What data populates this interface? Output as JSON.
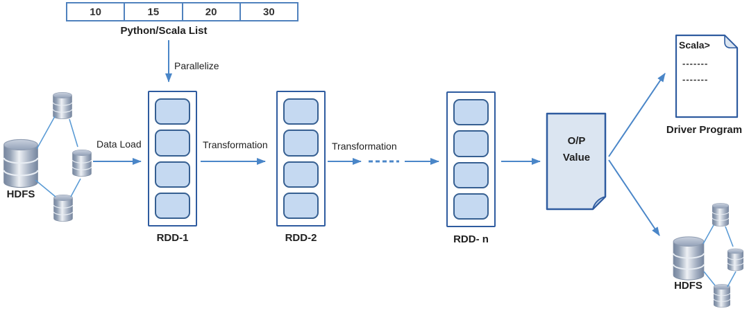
{
  "list": {
    "values": [
      "10",
      "15",
      "20",
      "30"
    ],
    "caption": "Python/Scala List"
  },
  "labels": {
    "parallelize": "Parallelize",
    "data_load": "Data Load",
    "transformation_1": "Transformation",
    "transformation_2": "Transformation",
    "rdd_1": "RDD-1",
    "rdd_2": "RDD-2",
    "rdd_n": "RDD- n",
    "hdfs_left": "HDFS",
    "hdfs_right": "HDFS",
    "driver_program": "Driver Program"
  },
  "output_doc": {
    "line1": "O/P",
    "line2": "Value"
  },
  "driver_doc": {
    "prompt": "Scala>",
    "dash_line_1": "-------",
    "dash_line_2": "-------"
  },
  "colors": {
    "arrow_blue": "#4a86c8",
    "connector_blue": "#5b9bd5",
    "box_border_blue": "#2e5b9f",
    "cell_fill_blue": "#c5d9f1",
    "doc_fill_blue": "#dbe5f1",
    "table_border_blue": "#4f81bd"
  }
}
